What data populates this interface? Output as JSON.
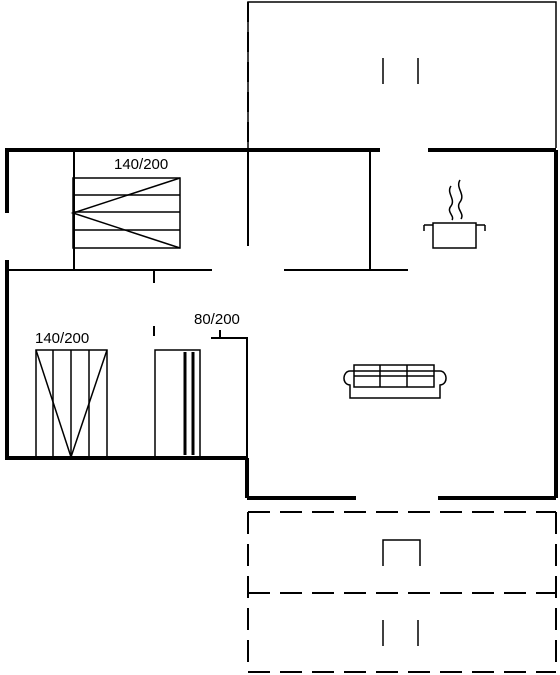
{
  "labels": {
    "bed_top": "140/200",
    "bed_left": "140/200",
    "bed_small": "80/200"
  },
  "icons": {
    "kitchen": "cooking-pot-icon",
    "living": "sofa-icon"
  },
  "colors": {
    "line": "#000000",
    "background": "#ffffff"
  }
}
